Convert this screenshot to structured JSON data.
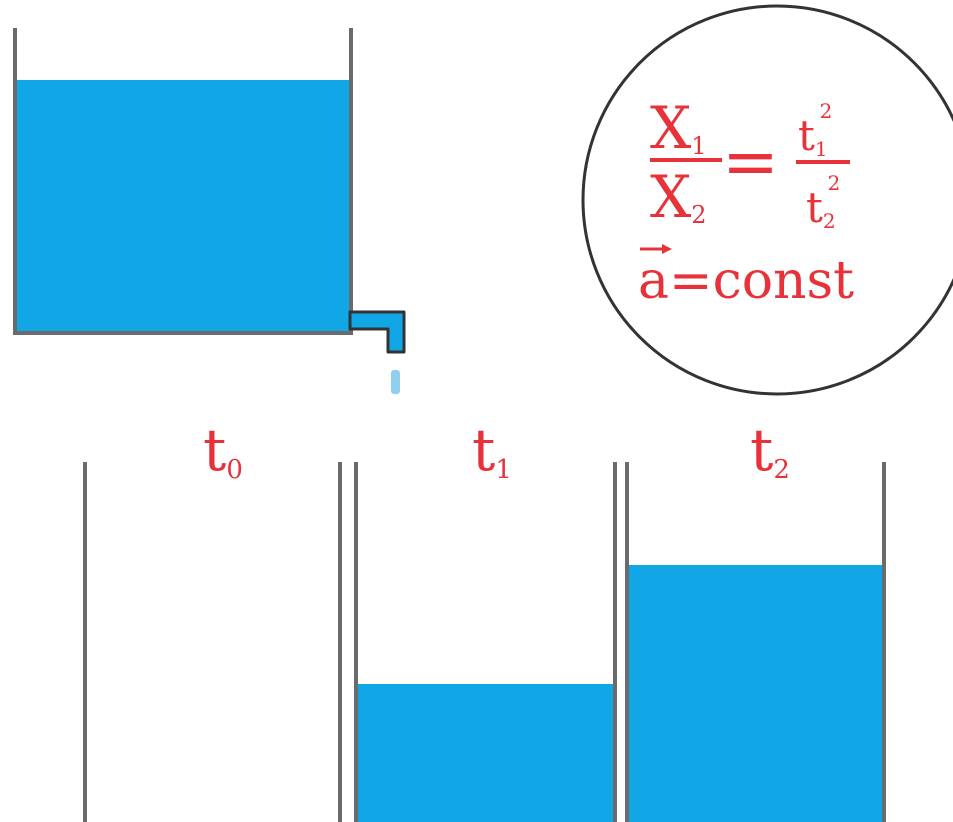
{
  "colors": {
    "water": "#11a6e6",
    "wall": "#6b6b6b",
    "label": "#e8323a",
    "circle_stroke": "#333333"
  },
  "formula": {
    "numerator_var": "X",
    "numerator_sub": "1",
    "denominator_var": "X",
    "denominator_sub": "2",
    "equals": "=",
    "rhs_num_var": "t",
    "rhs_num_sub": "1",
    "rhs_num_sup": "2",
    "rhs_den_var": "t",
    "rhs_den_sub": "2",
    "rhs_den_sup": "2",
    "accel_line": "a=const"
  },
  "labels": {
    "t0": {
      "var": "t",
      "sub": "0"
    },
    "t1": {
      "var": "t",
      "sub": "1"
    },
    "t2": {
      "var": "t",
      "sub": "2"
    }
  },
  "fill_levels": {
    "source_tank": 0.84,
    "beaker_t0": 0.0,
    "beaker_t1": 0.37,
    "beaker_t2": 0.71
  }
}
